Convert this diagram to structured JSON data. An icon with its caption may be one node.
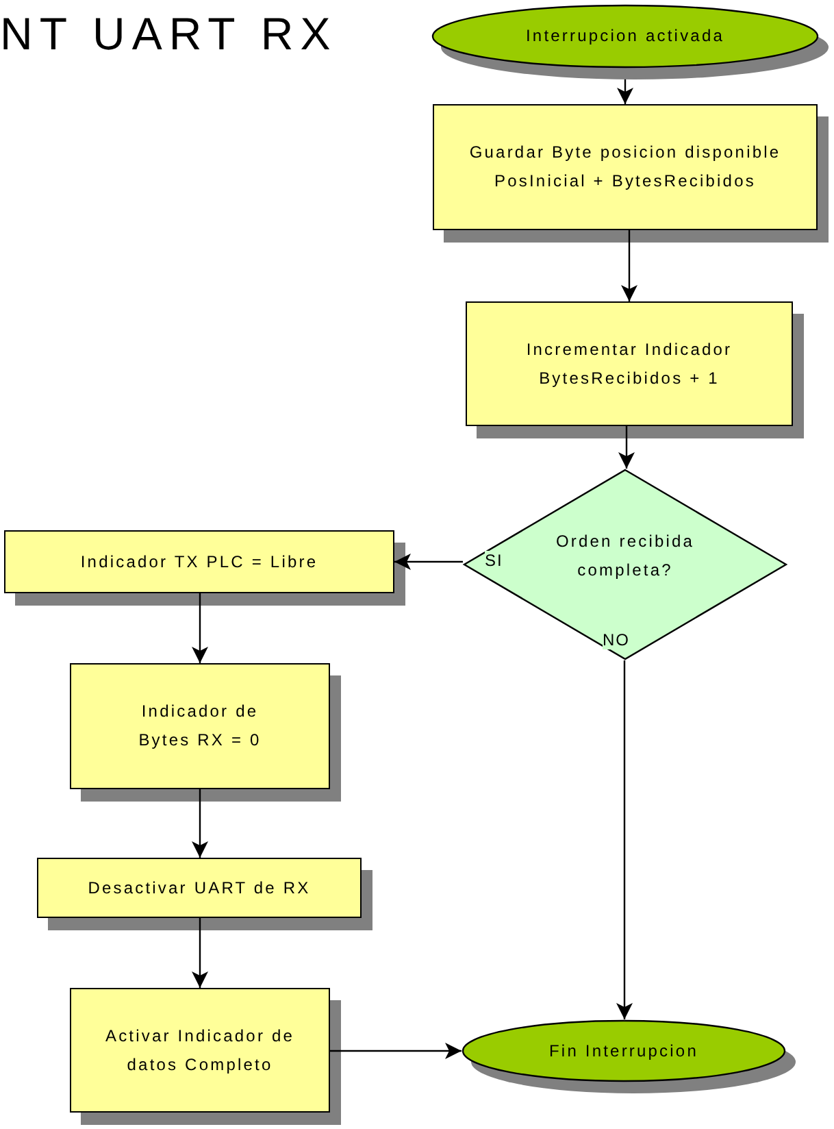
{
  "diagram": {
    "title": "NT UART RX",
    "nodes": [
      {
        "text": [
          "Interrupcion activada"
        ]
      },
      {
        "text": [
          "Guardar Byte posicion disponible PosInicial + BytesRecibidos"
        ]
      },
      {
        "text": [
          "Incrementar Indicador BytesRecibidos + 1"
        ]
      },
      {
        "text": [
          "Orden recibida completa?"
        ]
      },
      {
        "text": [
          "Indicador TX PLC = Libre"
        ]
      },
      {
        "text": [
          "Indicador de Bytes RX = 0"
        ]
      },
      {
        "text": [
          "Desactivar UART de RX"
        ]
      },
      {
        "text": [
          "Activar Indicador de datos Completo"
        ]
      },
      {
        "text": [
          "Fin Interrupcion"
        ]
      }
    ],
    "edges": [
      {
        "from": 0,
        "to": 1,
        "arrow": "to"
      },
      {
        "from": 1,
        "to": 2,
        "arrow": "to"
      },
      {
        "from": 2,
        "to": 3,
        "arrow": "to"
      },
      {
        "from": 3,
        "to": 4,
        "arrow": "to",
        "label": "SI"
      },
      {
        "from": 3,
        "to": 8,
        "arrow": "to",
        "label": "NO"
      },
      {
        "from": 4,
        "to": 5,
        "arrow": "to"
      },
      {
        "from": 5,
        "to": 6,
        "arrow": "to"
      },
      {
        "from": 6,
        "to": 7,
        "arrow": "to"
      },
      {
        "from": 7,
        "to": 8,
        "arrow": "to"
      }
    ]
  }
}
